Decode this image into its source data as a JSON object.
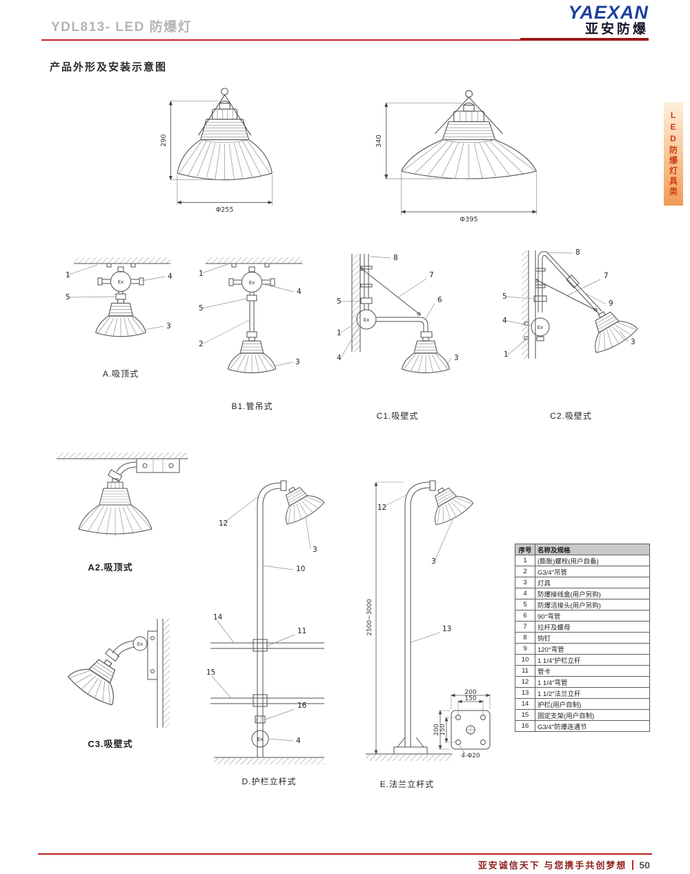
{
  "header": {
    "model_title": "YDL813- LED 防爆灯",
    "brand_en": "YAEXAN",
    "brand_cn": "亚安防爆"
  },
  "side_tab": {
    "label": "LED防爆灯具类"
  },
  "section_title": "产品外形及安装示意图",
  "ex_mark": "Ex",
  "outline_left": {
    "height": "290",
    "diameter": "Φ255"
  },
  "outline_right": {
    "height": "340",
    "diameter": "Φ395"
  },
  "diagrams": {
    "a": {
      "label": "A.吸顶式",
      "callouts": [
        "1",
        "4",
        "5",
        "3"
      ]
    },
    "b1": {
      "label": "B1.管吊式",
      "callouts": [
        "1",
        "4",
        "5",
        "2",
        "3"
      ]
    },
    "c1": {
      "label": "C1.吸壁式",
      "callouts": [
        "8",
        "7",
        "6",
        "5",
        "1",
        "4",
        "3"
      ]
    },
    "c2": {
      "label": "C2.吸壁式",
      "callouts": [
        "8",
        "7",
        "9",
        "5",
        "4",
        "1",
        "3"
      ]
    },
    "a2": {
      "label": "A2.吸顶式"
    },
    "c3": {
      "label": "C3.吸壁式"
    },
    "d": {
      "label": "D.护栏立杆式",
      "callouts": [
        "12",
        "3",
        "10",
        "14",
        "11",
        "15",
        "16",
        "4"
      ]
    },
    "e": {
      "label": "E.法兰立杆式",
      "callouts": [
        "12",
        "3",
        "13"
      ],
      "height_range": "2500~3000"
    }
  },
  "flange_detail": {
    "dim_top_outer": "200",
    "dim_top_inner": "150",
    "dim_left_outer": "200",
    "dim_left_inner": "150",
    "holes": "4-Φ20"
  },
  "parts_table": {
    "col_no": "序号",
    "col_name": "名称及规格",
    "rows": [
      {
        "no": "1",
        "name": "(膨胀)螺栓(用户自备)"
      },
      {
        "no": "2",
        "name": "G3/4″吊管"
      },
      {
        "no": "3",
        "name": "灯具"
      },
      {
        "no": "4",
        "name": "防爆接线盒(用户另购)"
      },
      {
        "no": "5",
        "name": "防爆活接头(用户另购)"
      },
      {
        "no": "6",
        "name": "90°弯管"
      },
      {
        "no": "7",
        "name": "拉杆及螺母"
      },
      {
        "no": "8",
        "name": "钩钉"
      },
      {
        "no": "9",
        "name": "120°弯管"
      },
      {
        "no": "10",
        "name": "1 1/4″护栏立杆"
      },
      {
        "no": "11",
        "name": "管卡"
      },
      {
        "no": "12",
        "name": "1 1/4″弯管"
      },
      {
        "no": "13",
        "name": "1 1/2″法兰立杆"
      },
      {
        "no": "14",
        "name": "护栏(用户自制)"
      },
      {
        "no": "15",
        "name": "固定支架(用户自制)"
      },
      {
        "no": "16",
        "name": "G3/4″防爆连通节"
      }
    ]
  },
  "footer": {
    "slogan": "亚安诚信天下 与您携手共创梦想",
    "page": "50"
  }
}
